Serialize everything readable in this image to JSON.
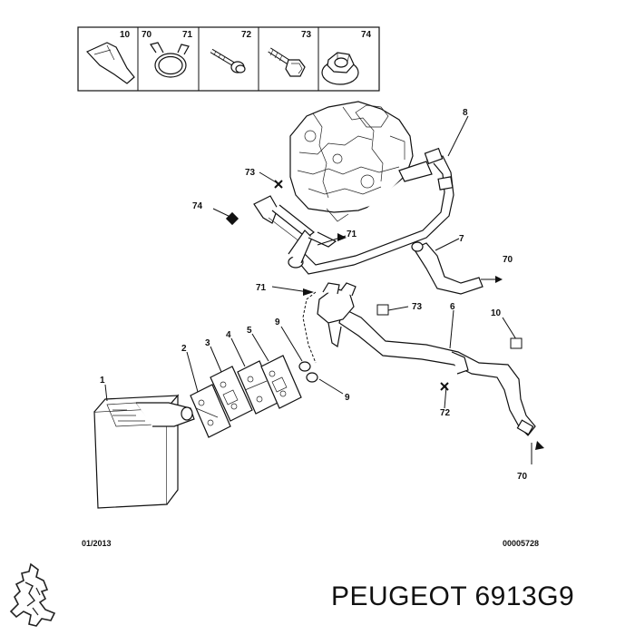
{
  "legend": {
    "cells": [
      {
        "codes": [
          "10"
        ],
        "name": "clip-icon"
      },
      {
        "codes": [
          "70",
          "71"
        ],
        "name": "hose-clamp-icon"
      },
      {
        "codes": [
          "72"
        ],
        "name": "screw-icon"
      },
      {
        "codes": [
          "73"
        ],
        "name": "bolt-icon"
      },
      {
        "codes": [
          "74"
        ],
        "name": "flange-nut-icon"
      }
    ]
  },
  "callouts": {
    "c1": "1",
    "c2": "2",
    "c3": "3",
    "c4": "4",
    "c5": "5",
    "c6": "6",
    "c7": "7",
    "c8": "8",
    "c9a": "9",
    "c9b": "9",
    "c10": "10",
    "c70a": "70",
    "c70b": "70",
    "c71a": "71",
    "c71b": "71",
    "c72": "72",
    "c73a": "73",
    "c73b": "73",
    "c74": "74"
  },
  "footer": {
    "date": "01/2013",
    "ref": "00005728"
  },
  "brand": {
    "text": "PEUGEOT 6913G9"
  },
  "colors": {
    "line": "#111111",
    "background": "#ffffff"
  }
}
